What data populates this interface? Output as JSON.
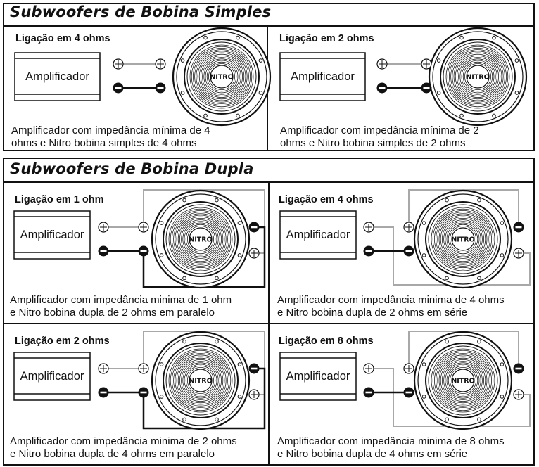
{
  "single": {
    "title": "Subwoofers de Bobina Simples",
    "panels": [
      {
        "title": "Ligação em 4 ohms",
        "amp": "Amplificador",
        "brand": "NITRO",
        "caption1": "Amplificador com impedância mínima de 4",
        "caption2": "ohms e Nitro bobina simples de 4 ohms"
      },
      {
        "title": "Ligação em 2 ohms",
        "amp": "Amplificador",
        "brand": "NITRO",
        "caption1": "Amplificador com impedância mínima de 2",
        "caption2": "ohms e Nitro bobina simples de 2 ohms"
      }
    ]
  },
  "dual": {
    "title": "Subwoofers de Bobina Dupla",
    "panels": [
      {
        "title": "Ligação em 1 ohm",
        "amp": "Amplificador",
        "brand": "NITRO",
        "caption1": "Amplificador com impedância minima de 1 ohm",
        "caption2": "e Nitro bobina dupla de 2 ohms em paralelo"
      },
      {
        "title": "Ligação em 4 ohms",
        "amp": "Amplificador",
        "brand": "NITRO",
        "caption1": "Amplificador com impedância minima de 4 ohms",
        "caption2": "e Nitro bobina dupla de 2 ohms em série"
      },
      {
        "title": "Ligação em 2 ohms",
        "amp": "Amplificador",
        "brand": "NITRO",
        "caption1": "Amplificador com impedância minima de 2 ohms",
        "caption2": "e Nitro bobina dupla de 4 ohms em paralelo"
      },
      {
        "title": "Ligação em 8 ohms",
        "amp": "Amplificador",
        "brand": "NITRO",
        "caption1": "Amplificador com impedância minima de 8 ohms",
        "caption2": "e Nitro bobina dupla de 4 ohms em série"
      }
    ]
  },
  "colors": {
    "positive_wire": "#a8a8a8",
    "negative_wire": "#111111"
  }
}
